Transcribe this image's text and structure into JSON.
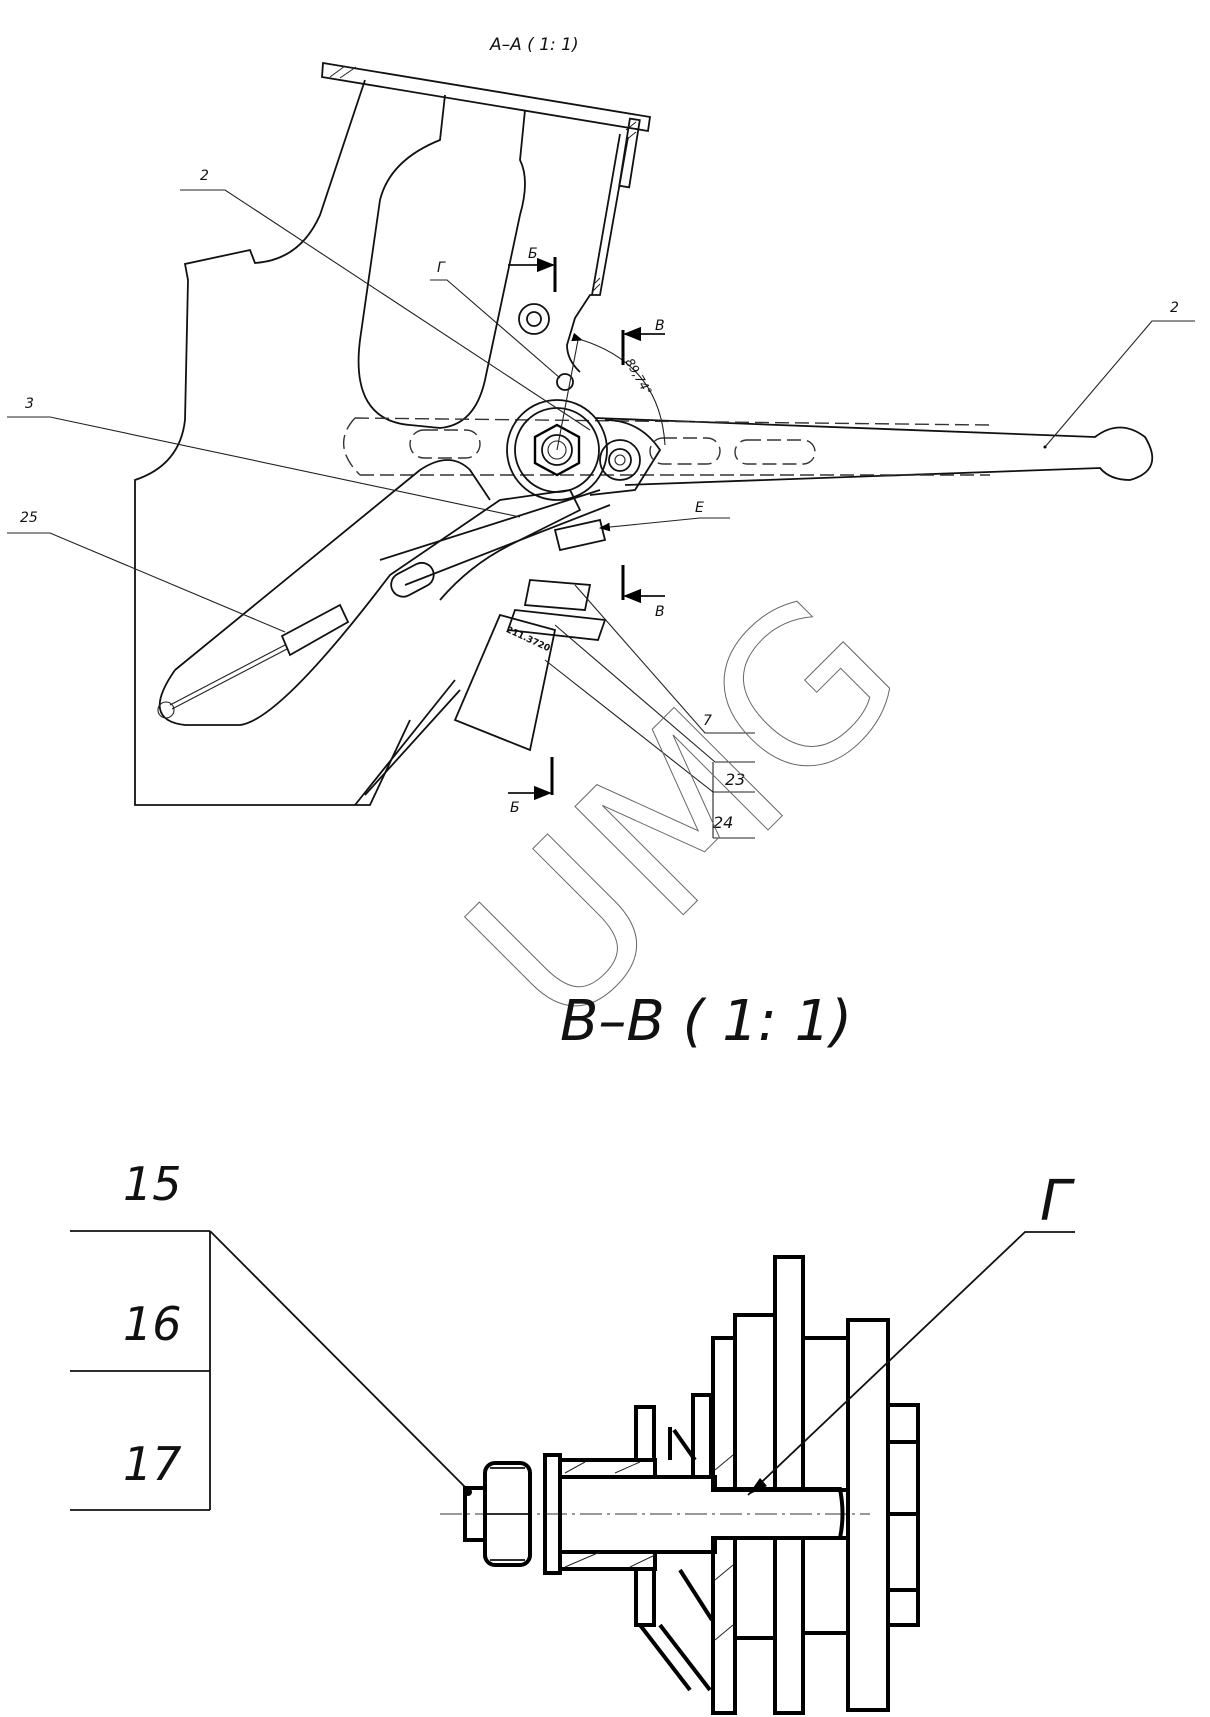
{
  "view_aa": {
    "title": "A–A ( 1: 1)",
    "callouts": {
      "part_2_left": "2",
      "part_2_right": "2",
      "part_3": "3",
      "part_25": "25",
      "part_7": "7",
      "part_23": "23",
      "part_24": "24",
      "detail_g": "Г",
      "detail_e": "Е"
    },
    "section_marks": {
      "b_top": "Б",
      "b_bottom": "Б",
      "v_top": "В",
      "v_bottom": "В"
    },
    "angle_dimension": "89,74°",
    "sensor_marking": "211.3720"
  },
  "watermark": "UMG",
  "view_vv": {
    "title": "В–В ( 1: 1)",
    "callouts": {
      "part_15": "15",
      "part_16": "16",
      "part_17": "17",
      "detail_g": "Г"
    }
  }
}
